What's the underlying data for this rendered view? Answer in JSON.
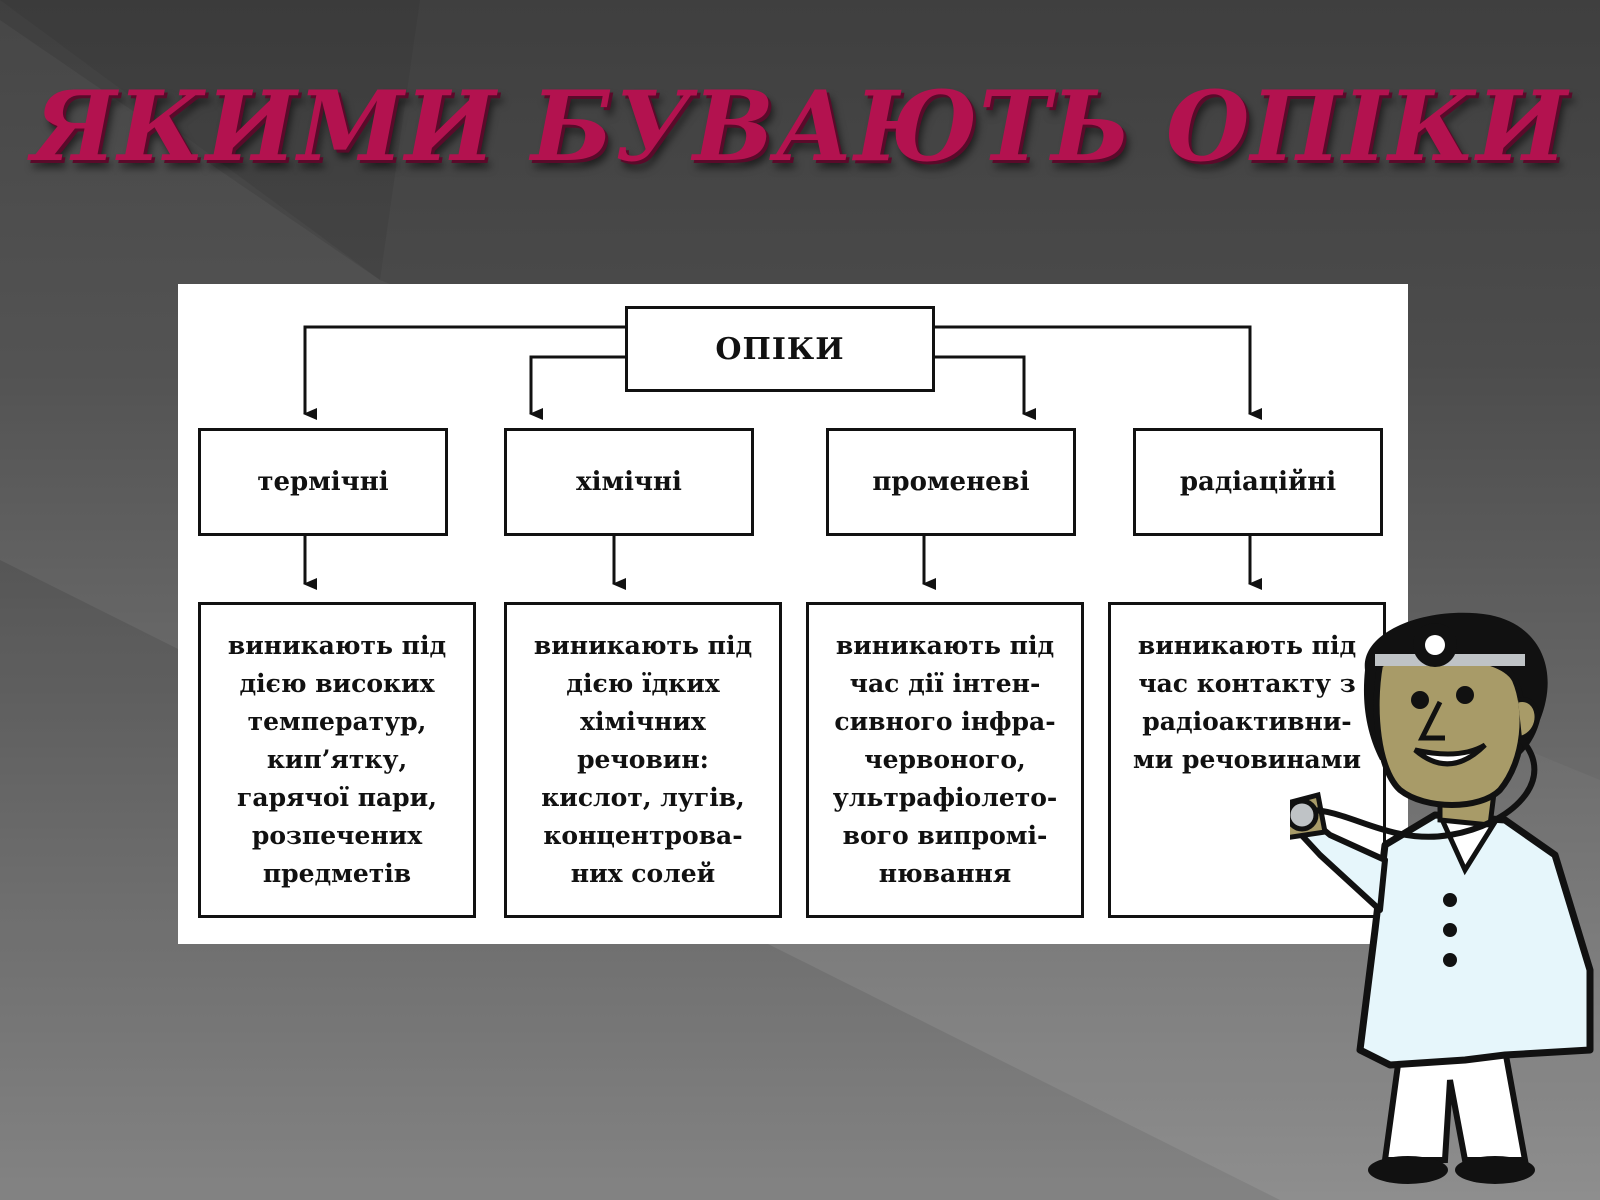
{
  "title": "ЯКИМИ БУВАЮТЬ ОПІКИ",
  "diagram": {
    "root": "ОПІКИ",
    "categories": [
      {
        "label": "термічні",
        "description": "виникають під\nдією високих\nтемператур,\nкип’ятку,\nгарячої пари,\nрозпечених\nпредметів"
      },
      {
        "label": "хімічні",
        "description": "виникають під\nдією їдких\nхімічних\nречовин:\nкислот, лугів,\nконцентрова-\nних солей"
      },
      {
        "label": "променеві",
        "description": "виникають під\nчас дії інтен-\nсивного інфра-\nчервоного,\nультрафіолето-\nвого випромі-\nнювання"
      },
      {
        "label": "радіаційні",
        "description": "виникають під\nчас контакту з\nрадіоактивни-\nми речовинами"
      }
    ]
  },
  "colors": {
    "title": "#b3124f",
    "coat": "#e6f6fb",
    "skin": "#a89b68"
  }
}
